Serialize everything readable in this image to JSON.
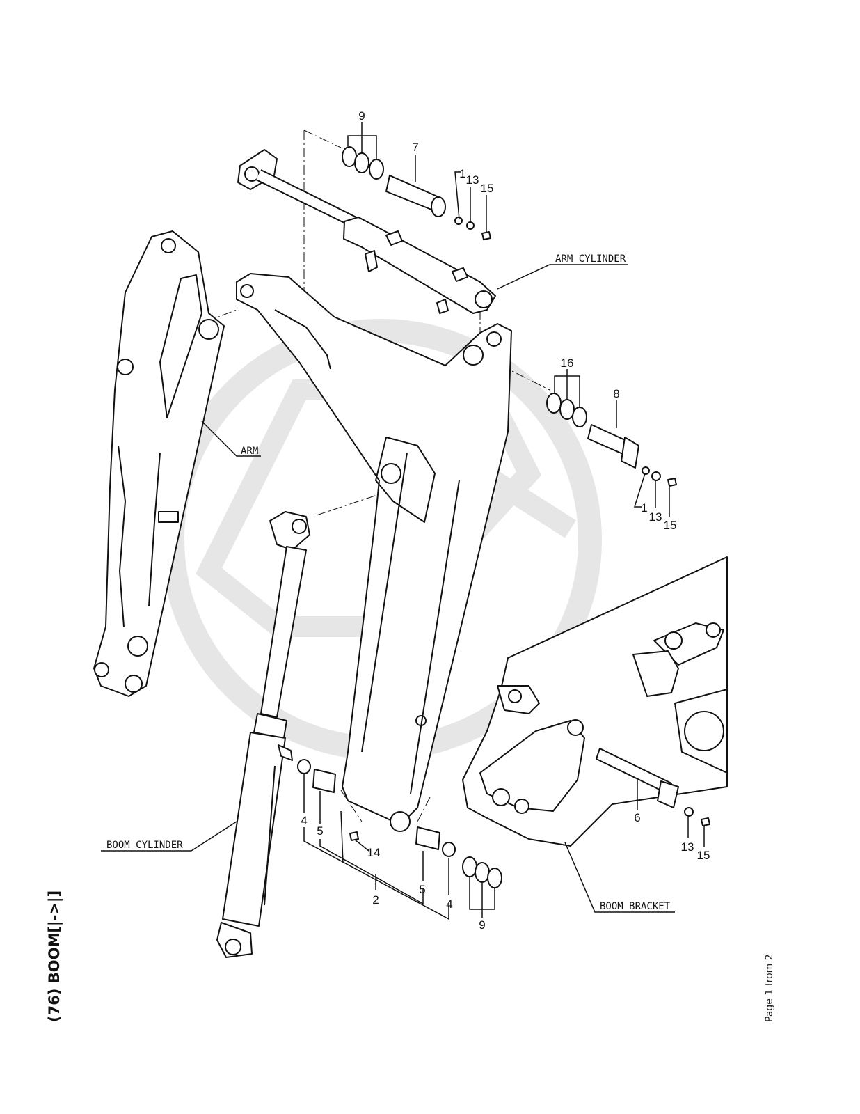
{
  "title": "(76) BOOM[|->|]",
  "page_indicator": "Page 1 from 2",
  "labels": {
    "arm_cylinder": "ARM CYLINDER",
    "arm": "ARM",
    "boom_cylinder": "BOOM CYLINDER",
    "boom_bracket": "BOOM BRACKET"
  },
  "part_numbers": {
    "p9_top": "9",
    "p7": "7",
    "p1_top": "1",
    "p13_top": "13",
    "p15_top": "15",
    "p16": "16",
    "p8": "8",
    "p1_mid": "1",
    "p13_mid": "13",
    "p15_mid": "15",
    "p4_left": "4",
    "p5_left": "5",
    "p14": "14",
    "p2": "2",
    "p5_right": "5",
    "p4_right": "4",
    "p9_bottom": "9",
    "p6": "6",
    "p13_bottom": "13",
    "p15_bottom": "15"
  },
  "colors": {
    "line": "#111111",
    "watermark": "#e6e6e6"
  }
}
